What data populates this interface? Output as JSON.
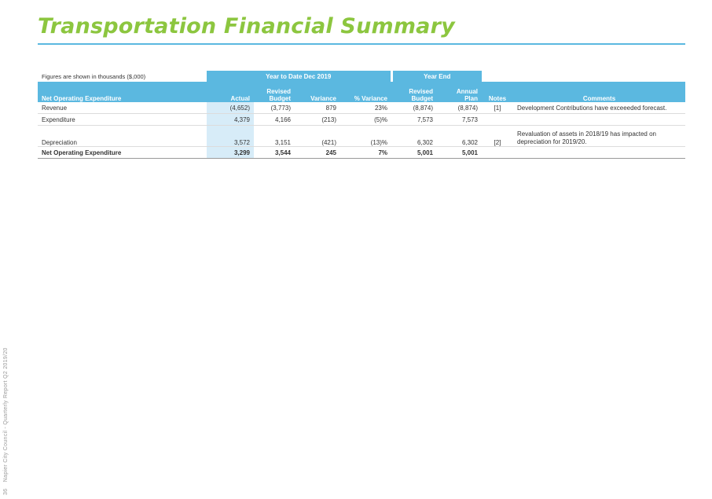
{
  "page": {
    "title": "Transportation Financial Summary",
    "side_text": "Napier City Council - Quarterly Report Q2 2019/20",
    "page_number": "36"
  },
  "table": {
    "caption": "Figures are shown in thousands ($,000)",
    "group_headers": {
      "ytd": "Year to Date Dec 2019",
      "year_end": "Year End"
    },
    "columns": {
      "label": "Net Operating Expenditure",
      "actual": "Actual",
      "revised_budget_line1": "Revised",
      "revised_budget_line2": "Budget",
      "variance": "Variance",
      "pct_variance": "% Variance",
      "ye_revised_line1": "Revised",
      "ye_revised_line2": "Budget",
      "annual_line1": "Annual",
      "annual_line2": "Plan",
      "notes": "Notes",
      "comments": "Comments"
    },
    "rows": [
      {
        "label": "Revenue",
        "actual": "(4,652)",
        "revised": "(3,773)",
        "variance": "879",
        "pct": "23%",
        "ye_revised": "(8,874)",
        "annual": "(8,874)",
        "notes": "[1]",
        "comments": "Development Contributions have exceeeded forecast."
      },
      {
        "label": "Expenditure",
        "actual": "4,379",
        "revised": "4,166",
        "variance": "(213)",
        "pct": "(5)%",
        "ye_revised": "7,573",
        "annual": "7,573",
        "notes": "",
        "comments": ""
      },
      {
        "label": "Depreciation",
        "actual": "3,572",
        "revised": "3,151",
        "variance": "(421)",
        "pct": "(13)%",
        "ye_revised": "6,302",
        "annual": "6,302",
        "notes": "[2]",
        "comments": "Revaluation of assets in 2018/19 has impacted on depreciation for 2019/20."
      }
    ],
    "total": {
      "label": "Net Operating Expenditure",
      "actual": "3,299",
      "revised": "3,544",
      "variance": "245",
      "pct": "7%",
      "ye_revised": "5,001",
      "annual": "5,001",
      "notes": "",
      "comments": ""
    }
  },
  "colors": {
    "title_green": "#8cc63f",
    "header_blue": "#5bb8e0",
    "actual_shade": "#d7ecf8",
    "negative_red": "#e23a2a"
  }
}
